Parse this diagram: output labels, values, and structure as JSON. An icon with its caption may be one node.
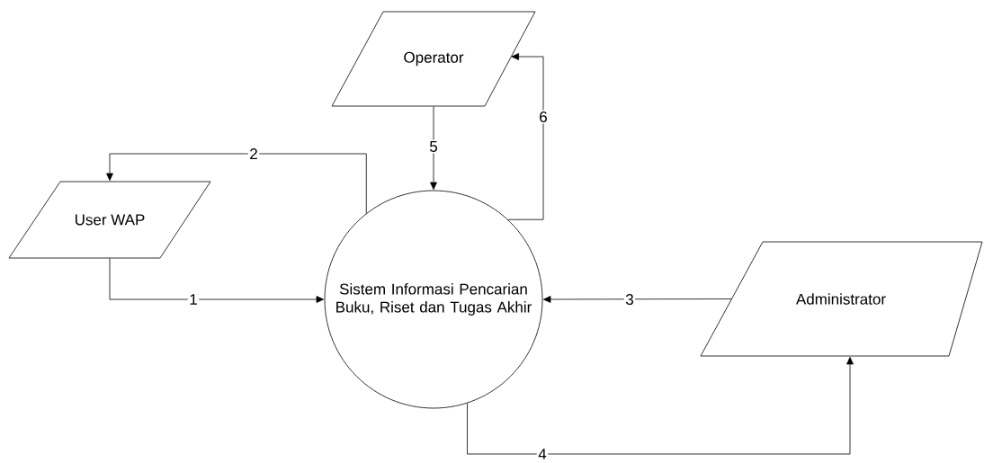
{
  "diagram": {
    "nodes": [
      {
        "text": [
          "User WAP"
        ]
      },
      {
        "text": [
          "Operator"
        ]
      },
      {
        "text": [
          "Sistem Informasi Pencarian Buku, Riset dan Tugas Akhir"
        ]
      },
      {
        "text": [
          "Administrator"
        ]
      }
    ],
    "edges": [
      {
        "from": 0,
        "to": 2,
        "arrow": "to",
        "label": "1"
      },
      {
        "from": 2,
        "to": 0,
        "arrow": "to",
        "label": "2"
      },
      {
        "from": 3,
        "to": 2,
        "arrow": "to",
        "label": "3"
      },
      {
        "from": 2,
        "to": 3,
        "arrow": "to",
        "label": "4"
      },
      {
        "from": 1,
        "to": 2,
        "arrow": "to",
        "label": "5"
      },
      {
        "from": 2,
        "to": 1,
        "arrow": "to",
        "label": "6"
      }
    ]
  }
}
